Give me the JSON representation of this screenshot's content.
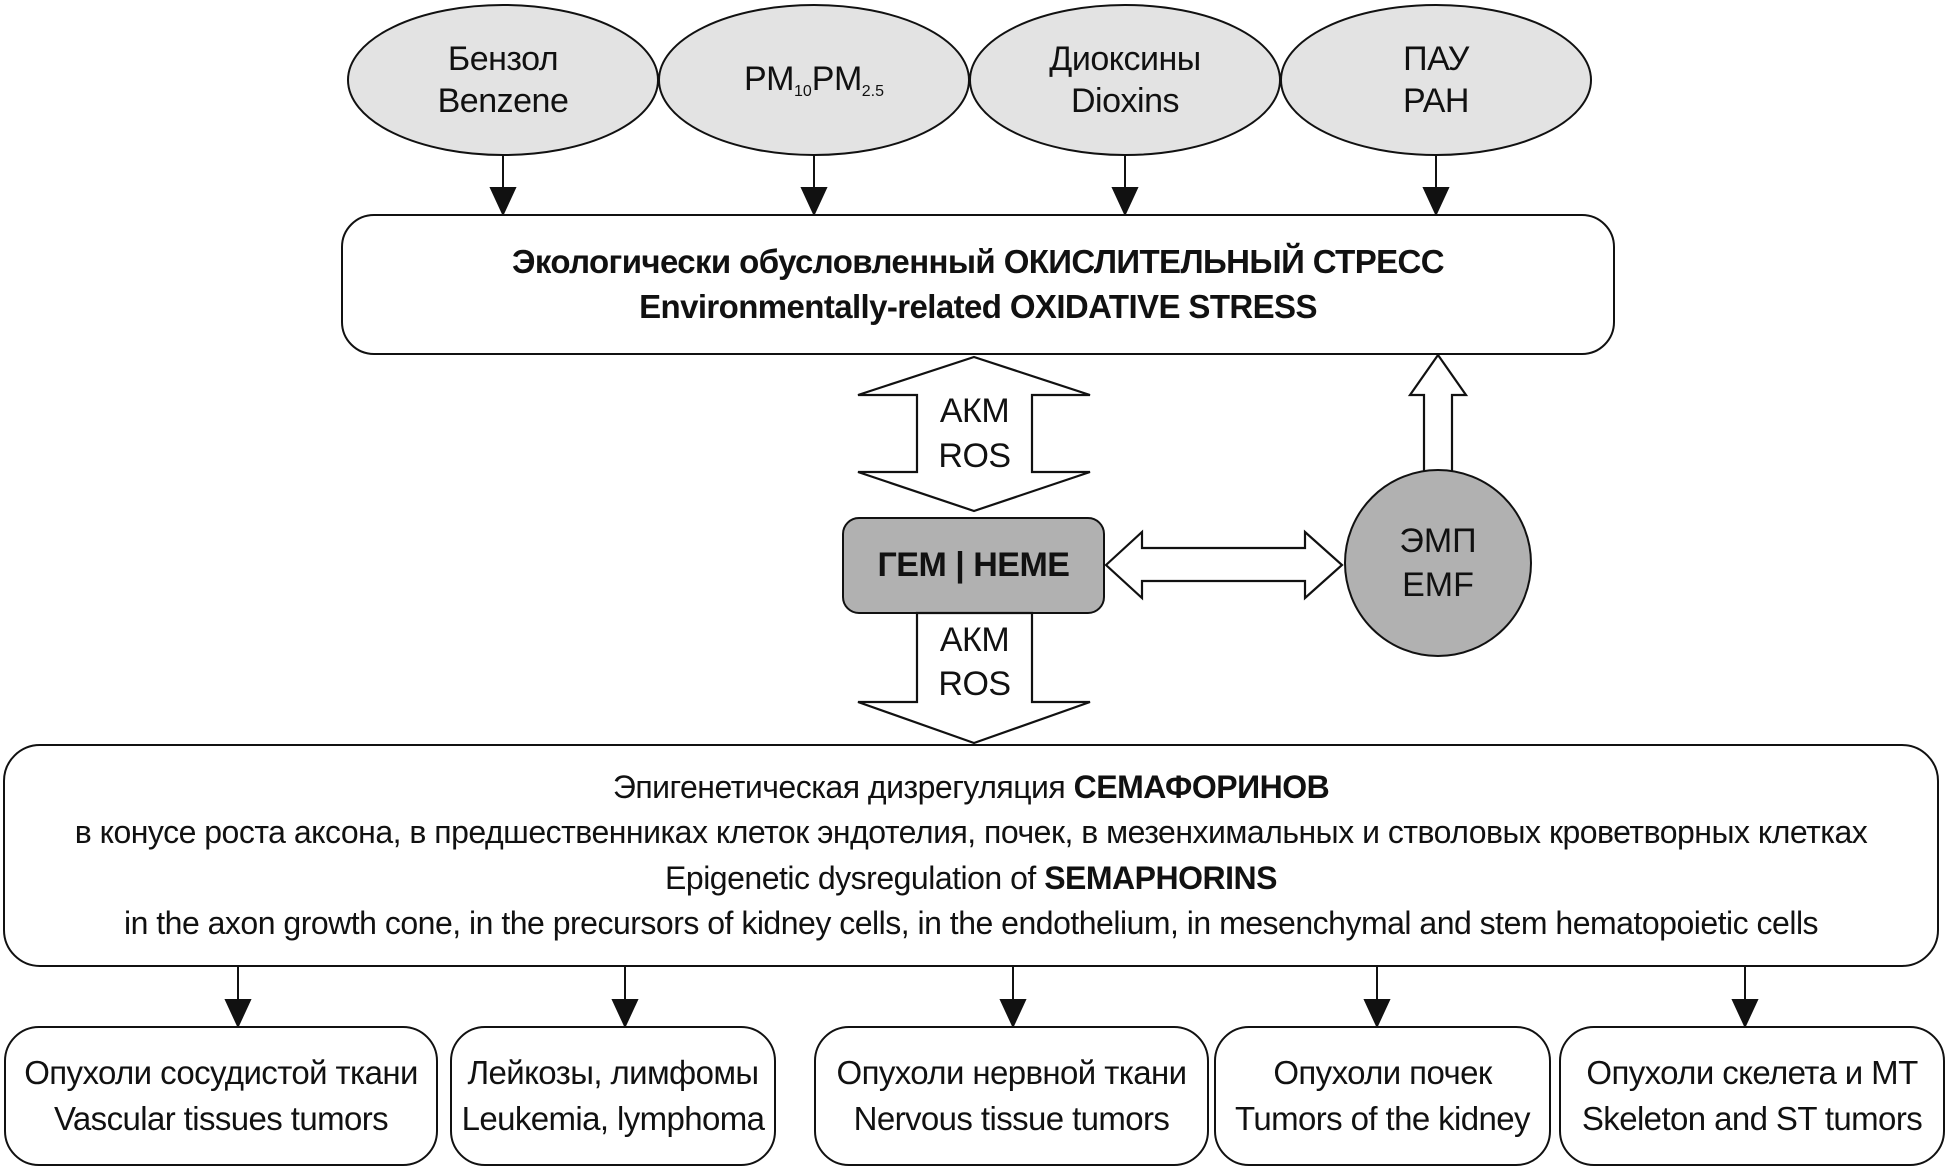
{
  "colors": {
    "ellipse_fill": "#e3e3e3",
    "heme_fill": "#b1b1b1",
    "emf_fill": "#b1b1b1",
    "box_fill": "#ffffff",
    "stroke": "#111111"
  },
  "pollutants": [
    {
      "id": "benzene",
      "ru": "Бензол",
      "en": "Benzene"
    },
    {
      "id": "pm",
      "label_main": "PM",
      "sub1": "10",
      "label_main2": "PM",
      "sub2": "2.5"
    },
    {
      "id": "dioxins",
      "ru": "Диоксины",
      "en": "Dioxins"
    },
    {
      "id": "pah",
      "ru": "ПАУ",
      "en": "PAH"
    }
  ],
  "oxidative_stress": {
    "line1": "Экологически обусловленный ОКИСЛИТЕЛЬНЫЙ СТРЕСС",
    "line2": "Environmentally-related OXIDATIVE STRESS"
  },
  "ros_arrow_top": {
    "ru": "АКМ",
    "en": "ROS"
  },
  "ros_arrow_bottom": {
    "ru": "АКМ",
    "en": "ROS"
  },
  "heme": {
    "label": "ГЕМ | HEME"
  },
  "emf": {
    "ru": "ЭМП",
    "en": "EMF"
  },
  "semaphorins": {
    "line1_prefix": "Эпигенетическая дизрегуляция ",
    "line1_bold": "СЕМАФОРИНОВ",
    "line2": "в конусе роста аксона, в предшественниках клеток эндотелия, почек, в мезенхимальных и стволовых кроветворных клетках",
    "line3_prefix": "Epigenetic dysregulation of ",
    "line3_bold": "SEMAPHORINS",
    "line4": "in the axon growth cone, in the precursors of kidney cells, in the endothelium, in mesenchymal and stem hematopoietic cells"
  },
  "outcomes": [
    {
      "ru": "Опухоли сосудистой ткани",
      "en": "Vascular tissues tumors"
    },
    {
      "ru": "Лейкозы, лимфомы",
      "en": "Leukemia, lymphoma"
    },
    {
      "ru": "Опухоли нервной ткани",
      "en": "Nervous tissue tumors"
    },
    {
      "ru": "Опухоли почек",
      "en": "Tumors of the kidney"
    },
    {
      "ru": "Опухоли скелета и МТ",
      "en": "Skeleton and ST tumors"
    }
  ]
}
